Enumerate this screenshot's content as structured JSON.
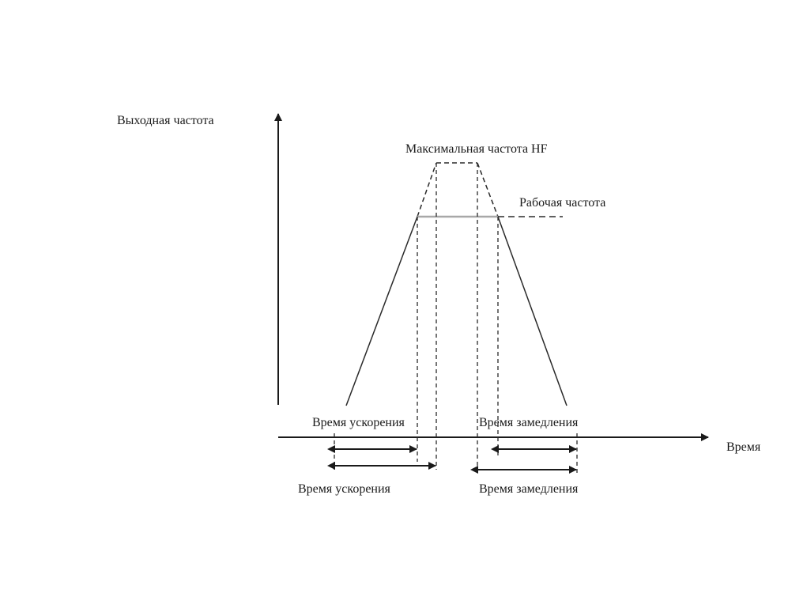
{
  "labels": {
    "y_axis": "Выходная частота",
    "x_axis": "Время",
    "max_freq": "Максимальная частота HF",
    "work_freq": "Рабочая частота",
    "accel_short": "Время ускорения",
    "decel_short": "Время замедления",
    "accel_long": "Время ускорения",
    "decel_long": "Время замедления"
  },
  "colors": {
    "line": "#2a2a2a",
    "working_level": "#a8a8a8"
  }
}
